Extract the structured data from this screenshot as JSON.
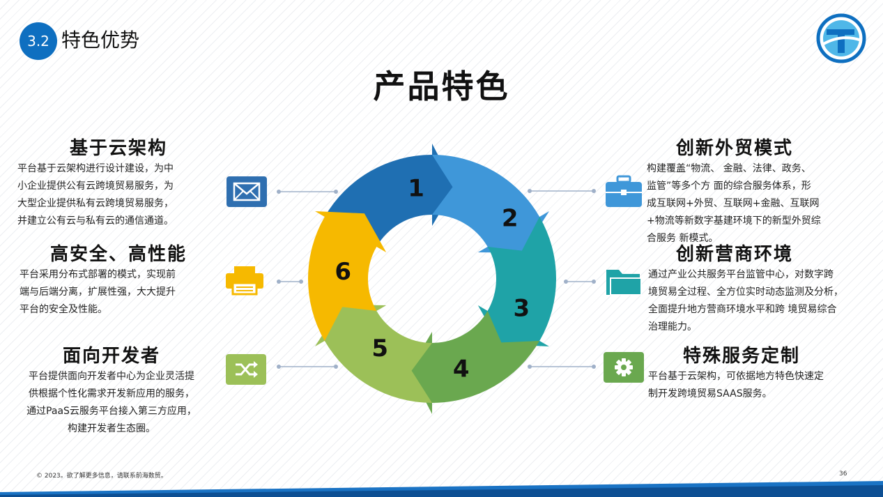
{
  "header": {
    "section_number": "3.2",
    "section_title": "特色优势",
    "main_title": "产品特色"
  },
  "logo": {
    "icon": "company-logo-icon",
    "colors": [
      "#0e6fc0",
      "#4fb7e8"
    ]
  },
  "cycle": {
    "labels": [
      "1",
      "2",
      "3",
      "4",
      "5",
      "6"
    ],
    "colors": [
      "#1f6fb2",
      "#3f97d9",
      "#1fa3a7",
      "#6aa84f",
      "#9cc058",
      "#f6b900"
    ]
  },
  "features": {
    "left": [
      {
        "title": "基于云架构",
        "lines": [
          "平台基于云架构进行设计建设，为中",
          "小企业提供公有云跨境贸易服务，为",
          "大型企业提供私有云跨境贸易服务，",
          "并建立公有云与私有云的通信通道。"
        ],
        "icon": "envelope-icon",
        "color": "#2f6fb0"
      },
      {
        "title": "高安全、高性能",
        "lines": [
          "平台采用分布式部署的模式，实现前",
          "端与后端分离，扩展性强，大大提升",
          "平台的安全及性能。"
        ],
        "icon": "printer-icon",
        "color": "#f6b900"
      },
      {
        "title": "面向开发者",
        "lines": [
          "平台提供面向开发者中心为企业灵活提",
          "供根据个性化需求开发新应用的服务，",
          "通过PaaS云服务平台接入第三方应用，",
          "构建开发者生态圈。"
        ],
        "icon": "shuffle-icon",
        "color": "#9cc058"
      }
    ],
    "right": [
      {
        "title": "创新外贸模式",
        "lines": [
          "构建覆盖“物流、 金融、法律、政务、",
          "监管”等多个方 面的综合服务体系，形",
          "成互联网+外贸、互联网+金融、互联网",
          "+物流等新数字基建环境下的新型外贸综",
          "合服务 新模式。"
        ],
        "icon": "briefcase-icon",
        "color": "#3f97d9"
      },
      {
        "title": "创新营商环境",
        "lines": [
          "通过产业公共服务平台监管中心，对数字跨",
          "境贸易全过程、全方位实时动态监测及分析，",
          "全面提升地方营商环境水平和跨 境贸易综合",
          "治理能力。"
        ],
        "icon": "folder-icon",
        "color": "#1fa3a7"
      },
      {
        "title": "特殊服务定制",
        "lines": [
          "平台基于云架构，可依据地方特色快速定",
          "制开发跨境贸易SAAS服务。"
        ],
        "icon": "gear-icon",
        "color": "#6aa84f"
      }
    ]
  },
  "footer": {
    "copyright": "© 2023。欲了解更多信息，请联系前海数贸。",
    "page_number": "36"
  }
}
